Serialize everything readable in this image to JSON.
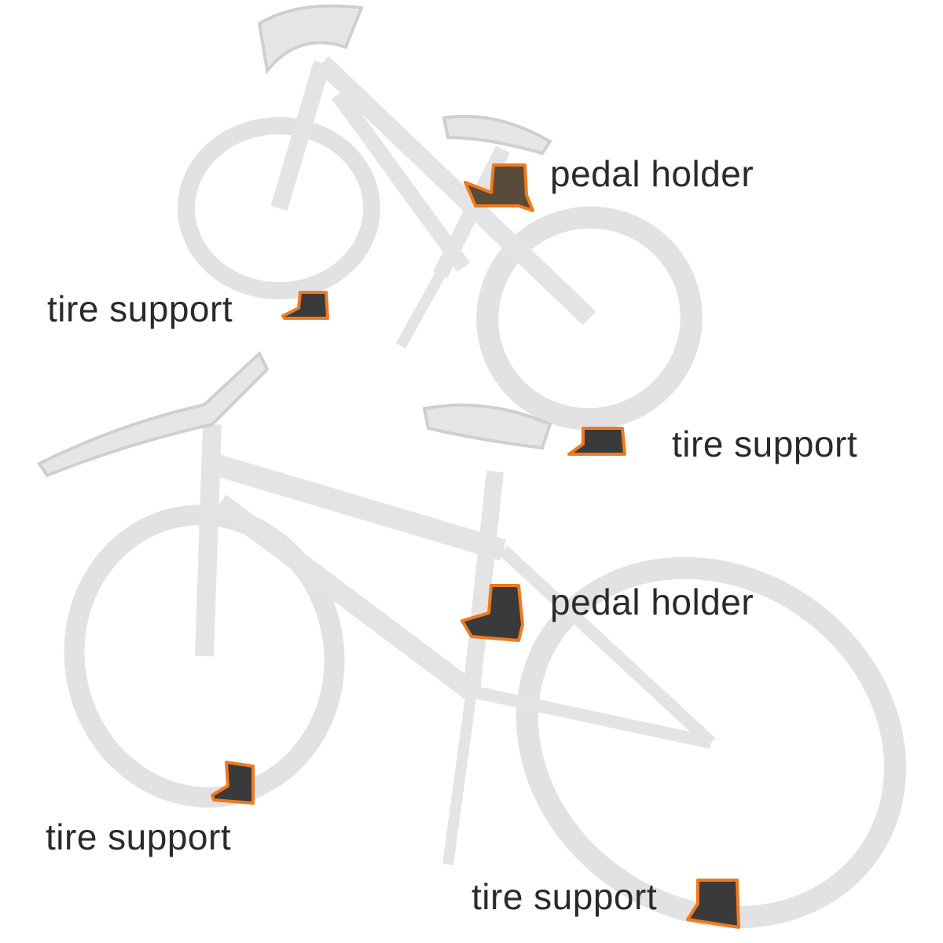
{
  "labels": {
    "pedal_holder_top": "pedal holder",
    "tire_support_top_left": "tire support",
    "tire_support_top_right": "tire support",
    "pedal_holder_bottom": "pedal holder",
    "tire_support_bottom_left": "tire support",
    "tire_support_bottom_right": "tire support"
  },
  "colors": {
    "bike": "#e6e6e6",
    "bike_outline": "#cfcfcf",
    "bracket": "#3a3a3a",
    "highlight": "#f07a1e"
  }
}
